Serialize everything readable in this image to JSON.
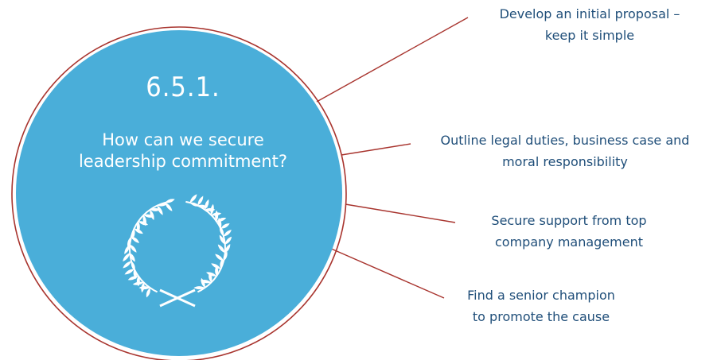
{
  "diagram": {
    "number": "6.5.1.",
    "question": [
      "How can we secure",
      "leadership commitment?"
    ],
    "colors": {
      "circle_fill": "#4aaed9",
      "ring_stroke": "#a8342e",
      "text_dark": "#1f4e79",
      "text_light": "#ffffff"
    },
    "icon": "laurel-wreath-icon",
    "callouts": [
      {
        "lines": [
          "Develop an initial proposal –",
          "keep it simple"
        ]
      },
      {
        "lines": [
          "Outline legal duties, business case and",
          "moral responsibility"
        ]
      },
      {
        "lines": [
          "Secure support from top",
          "company management"
        ]
      },
      {
        "lines": [
          "Find a senior champion",
          "to promote the cause"
        ]
      }
    ]
  }
}
